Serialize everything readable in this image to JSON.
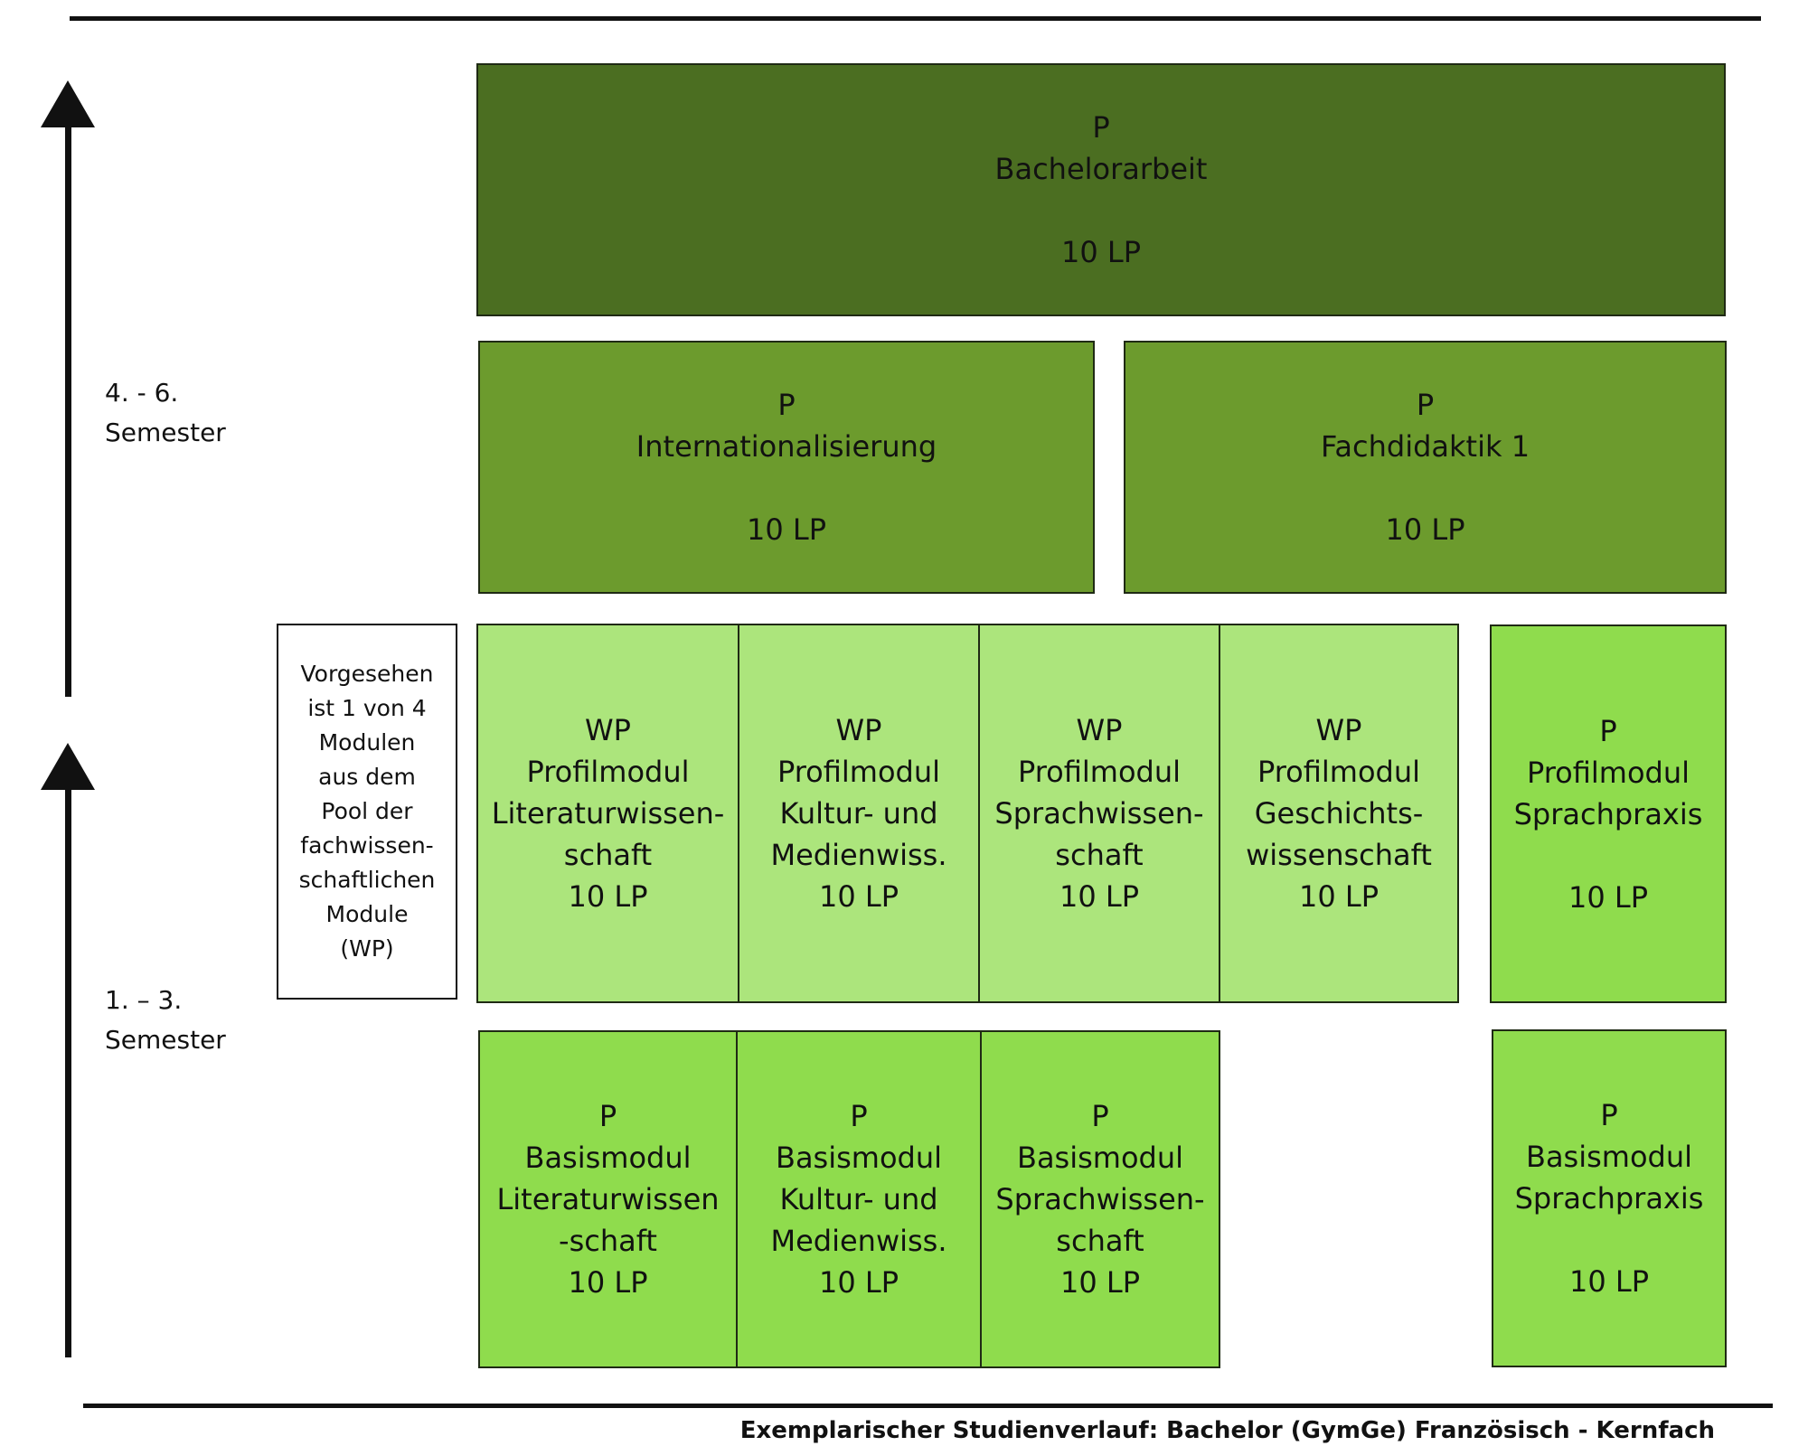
{
  "footer": "Exemplarischer Studienverlauf: Bachelor (GymGe) Französisch - Kernfach",
  "semesters": {
    "upper": "4. - 6.\nSemester",
    "lower": "1. – 3.\nSemester"
  },
  "note": "Vorgesehen\nist 1 von 4\nModulen\naus dem\nPool der\nfachwissen-\nschaftlichen\nModule\n(WP)",
  "bachelorarbeit": {
    "type": "P",
    "name": "Bachelorarbeit",
    "lp": "10 LP"
  },
  "internationalisierung": {
    "type": "P",
    "name": "Internationalisierung",
    "lp": "10 LP"
  },
  "fachdidaktik": {
    "type": "P",
    "name": "Fachdidaktik 1",
    "lp": "10 LP"
  },
  "wp_modules": [
    {
      "type": "WP",
      "l1": "Profilmodul",
      "l2": "Literaturwissen-",
      "l3": "schaft",
      "lp": "10 LP"
    },
    {
      "type": "WP",
      "l1": "Profilmodul",
      "l2": "Kultur- und",
      "l3": "Medienwiss.",
      "lp": "10 LP"
    },
    {
      "type": "WP",
      "l1": "Profilmodul",
      "l2": "Sprachwissen-",
      "l3": "schaft",
      "lp": "10 LP"
    },
    {
      "type": "WP",
      "l1": "Profilmodul",
      "l2": "Geschichts-",
      "l3": "wissenschaft",
      "lp": "10 LP"
    }
  ],
  "profil_sprachpraxis": {
    "type": "P",
    "l1": "Profilmodul",
    "l2": "Sprachpraxis",
    "lp": "10 LP"
  },
  "basis_modules": [
    {
      "type": "P",
      "l1": "Basismodul",
      "l2": "Literaturwissen",
      "l3": "-schaft",
      "lp": "10 LP"
    },
    {
      "type": "P",
      "l1": "Basismodul",
      "l2": "Kultur- und",
      "l3": "Medienwiss.",
      "lp": "10 LP"
    },
    {
      "type": "P",
      "l1": "Basismodul",
      "l2": "Sprachwissen-",
      "l3": "schaft",
      "lp": "10 LP"
    }
  ],
  "basis_sprachpraxis": {
    "type": "P",
    "l1": "Basismodul",
    "l2": "Sprachpraxis",
    "lp": "10 LP"
  },
  "colors": {
    "dark": "#4b6e21",
    "mid": "#6c9b2d",
    "light": "#ace57c",
    "bright": "#8fdc4d"
  }
}
